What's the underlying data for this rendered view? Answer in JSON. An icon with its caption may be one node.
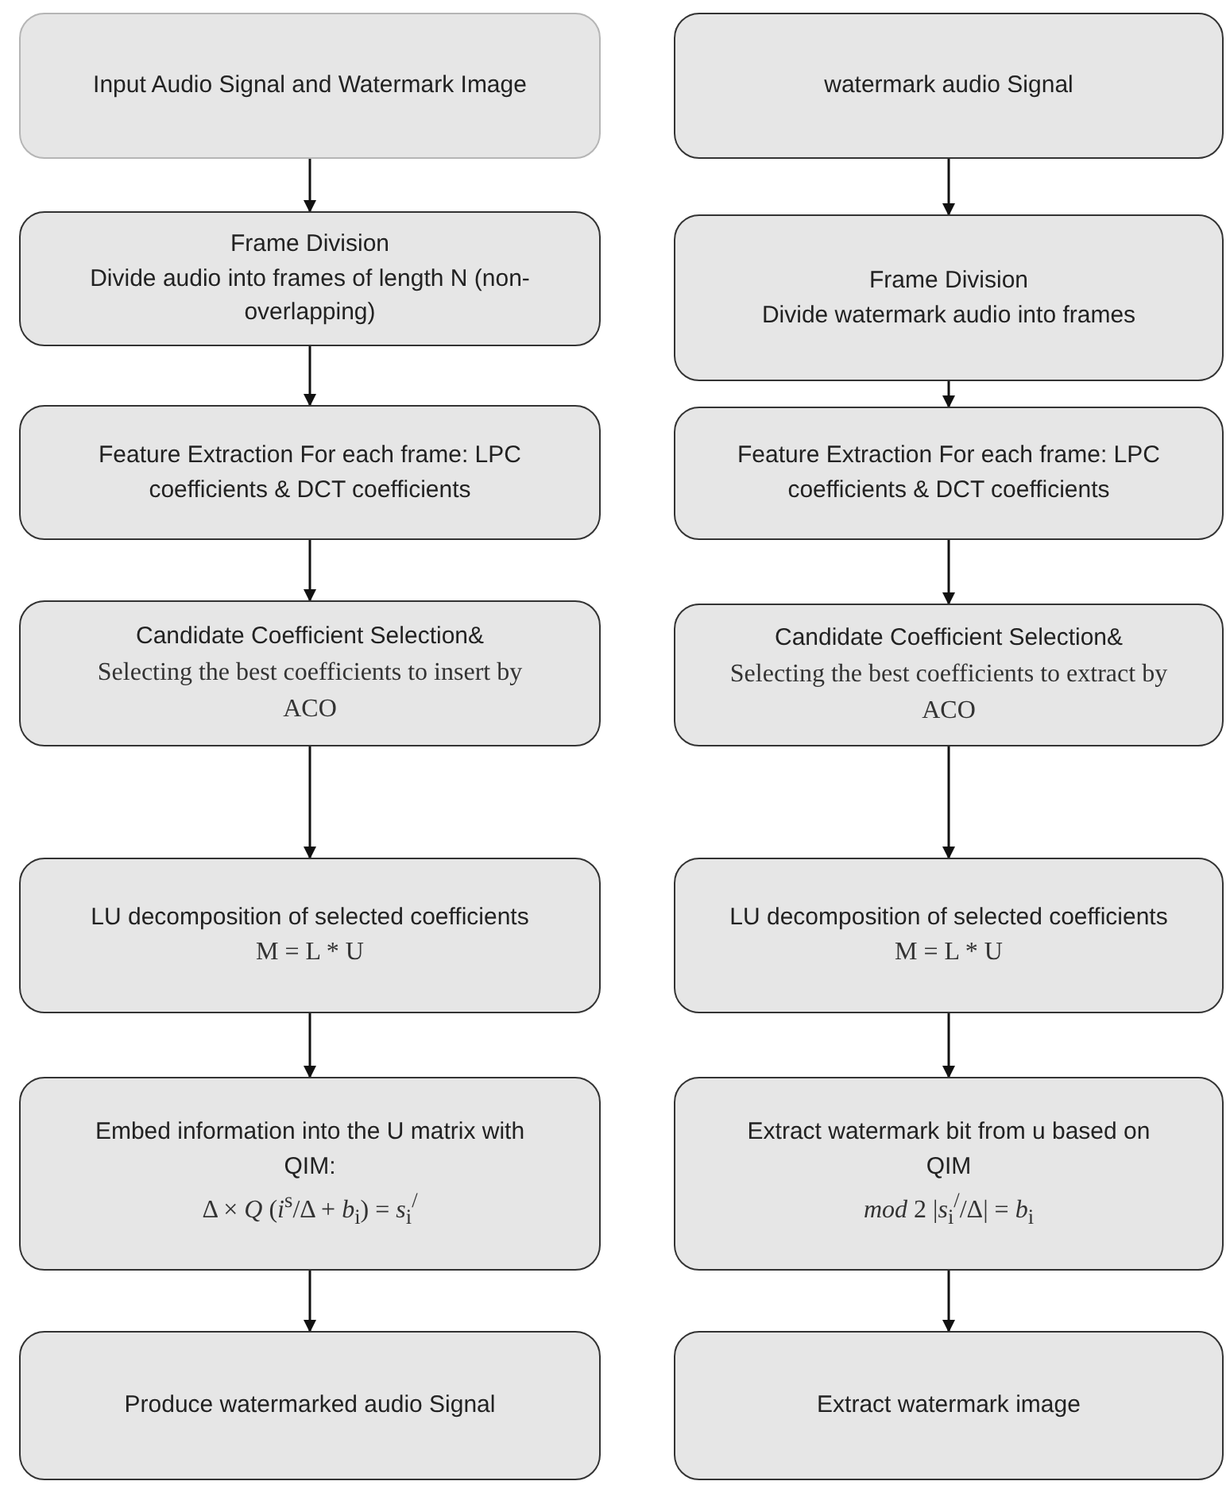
{
  "diagram": {
    "nodes": [
      {
        "text": [
          "Input Audio Signal and Watermark Image"
        ]
      },
      {
        "text": [
          "Frame Division",
          "Divide audio into frames of length N (non- overlapping)"
        ]
      },
      {
        "text": [
          "Feature Extraction For each frame: LPC coefficients & DCT coefficients"
        ]
      },
      {
        "text": [
          "Candidate Coefficient Selection&",
          "Selecting the best coefficients to insert by ACO"
        ]
      },
      {
        "text": [
          "LU decomposition of selected coefficients",
          "M = L * U"
        ]
      },
      {
        "text": [
          "Embed information into the U matrix with QIM:",
          "Δ × *Q* (*i*$^{s}$/Δ + *b*$_{i}$) = *s*$_{i}$$^{/}$"
        ]
      },
      {
        "text": [
          "Produce watermarked audio Signal"
        ]
      },
      {
        "text": [
          "watermark audio Signal"
        ]
      },
      {
        "text": [
          "Frame Division",
          "Divide  watermark audio into frames"
        ]
      },
      {
        "text": [
          "Feature Extraction For each frame: LPC coefficients & DCT coefficients"
        ]
      },
      {
        "text": [
          "Candidate Coefficient Selection&",
          "Selecting the best coefficients to extract by ACO"
        ]
      },
      {
        "text": [
          "LU decomposition of selected coefficients",
          "M = L * U"
        ]
      },
      {
        "text": [
          "Extract watermark bit from u based on QIM",
          "*mod* 2 |*s*$_{i}$$^{/}$/Δ| = *b*$_{i}$"
        ]
      },
      {
        "text": [
          "Extract watermark image"
        ]
      }
    ],
    "edges": [
      {
        "from": 0,
        "to": 1,
        "arrow": "to"
      },
      {
        "from": 1,
        "to": 2,
        "arrow": "to"
      },
      {
        "from": 2,
        "to": 3,
        "arrow": "to"
      },
      {
        "from": 3,
        "to": 4,
        "arrow": "to"
      },
      {
        "from": 4,
        "to": 5,
        "arrow": "to"
      },
      {
        "from": 5,
        "to": 6,
        "arrow": "to"
      },
      {
        "from": 7,
        "to": 8,
        "arrow": "to"
      },
      {
        "from": 8,
        "to": 9,
        "arrow": "to"
      },
      {
        "from": 9,
        "to": 10,
        "arrow": "to"
      },
      {
        "from": 10,
        "to": 11,
        "arrow": "to"
      },
      {
        "from": 11,
        "to": 12,
        "arrow": "to"
      },
      {
        "from": 12,
        "to": 13,
        "arrow": "to"
      }
    ]
  }
}
